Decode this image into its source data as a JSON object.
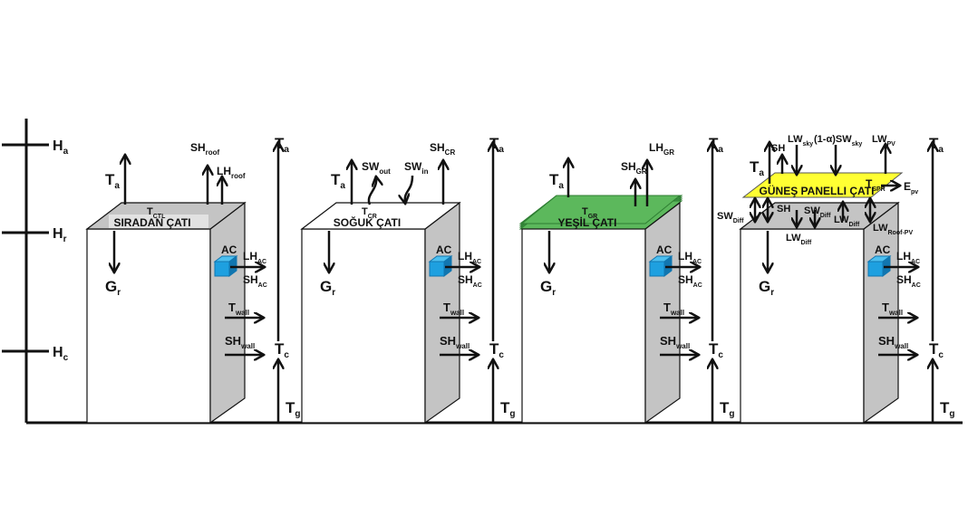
{
  "colors": {
    "line": "#111111",
    "wall_side": "#c4c4c4",
    "roof_gray": "#c4c4c4",
    "cool_roof": "#ffffff",
    "green_roof": "#5cb85c",
    "green_roof_edge": "#2e7d32",
    "solar_panel": "#ffff33",
    "ac_box": "#1ea0e0",
    "ac_box_dark": "#1176b0"
  },
  "axis": {
    "heights": [
      {
        "base": "H",
        "sub": "a"
      },
      {
        "base": "H",
        "sub": "r"
      },
      {
        "base": "H",
        "sub": "c"
      }
    ]
  },
  "panels": [
    {
      "roof_name": "SIRADAN ÇATI",
      "roof_temp": {
        "base": "T",
        "sub": "CTL"
      },
      "top_fluxes": [
        {
          "base": "T",
          "sub": "a"
        },
        {
          "base": "SH",
          "sub": "roof"
        },
        {
          "base": "LH",
          "sub": "roof"
        }
      ],
      "ground_flux": {
        "base": "G",
        "sub": "r"
      },
      "ac": {
        "label": "AC",
        "lh": {
          "base": "LH",
          "sub": "AC"
        },
        "sh": {
          "base": "SH",
          "sub": "AC"
        }
      },
      "wall": {
        "t": {
          "base": "T",
          "sub": "wall"
        },
        "sh": {
          "base": "SH",
          "sub": "wall"
        }
      },
      "column": {
        "top": {
          "base": "T",
          "sub": "a"
        },
        "mid": {
          "base": "T",
          "sub": "c"
        },
        "bottom": {
          "base": "T",
          "sub": "g"
        }
      }
    },
    {
      "roof_name": "SOĞUK ÇATI",
      "roof_temp": {
        "base": "T",
        "sub": "CR"
      },
      "top_fluxes": [
        {
          "base": "T",
          "sub": "a"
        },
        {
          "base": "SW",
          "sub": "out"
        },
        {
          "base": "SW",
          "sub": "in"
        },
        {
          "base": "SH",
          "sub": "CR"
        }
      ],
      "ground_flux": {
        "base": "G",
        "sub": "r"
      },
      "ac": {
        "label": "AC",
        "lh": {
          "base": "LH",
          "sub": "AC"
        },
        "sh": {
          "base": "SH",
          "sub": "AC"
        }
      },
      "wall": {
        "t": {
          "base": "T",
          "sub": "wall"
        },
        "sh": {
          "base": "SH",
          "sub": "wall"
        }
      },
      "column": {
        "top": {
          "base": "T",
          "sub": "a"
        },
        "mid": {
          "base": "T",
          "sub": "c"
        },
        "bottom": {
          "base": "T",
          "sub": "g"
        }
      }
    },
    {
      "roof_name": "YEŞİL ÇATI",
      "roof_temp": {
        "base": "T",
        "sub": "GR"
      },
      "top_fluxes": [
        {
          "base": "T",
          "sub": "a"
        },
        {
          "base": "SH",
          "sub": "GR"
        },
        {
          "base": "LH",
          "sub": "GR"
        }
      ],
      "ground_flux": {
        "base": "G",
        "sub": "r"
      },
      "ac": {
        "label": "AC",
        "lh": {
          "base": "LH",
          "sub": "AC"
        },
        "sh": {
          "base": "SH",
          "sub": "AC"
        }
      },
      "wall": {
        "t": {
          "base": "T",
          "sub": "wall"
        },
        "sh": {
          "base": "SH",
          "sub": "wall"
        }
      },
      "column": {
        "top": {
          "base": "T",
          "sub": "a"
        },
        "mid": {
          "base": "T",
          "sub": "c"
        },
        "bottom": {
          "base": "T",
          "sub": "g"
        }
      }
    },
    {
      "roof_name": "GÜNEŞ PANELLI ÇATI",
      "roof_temp": {
        "base": "T",
        "sub": "SPR"
      },
      "top_fluxes": [
        {
          "base": "T",
          "sub": "a"
        },
        {
          "base": "SH",
          "sub": ""
        },
        {
          "base": "LW",
          "sub": "sky"
        },
        {
          "base": "(1-α)SW",
          "sub": "sky"
        },
        {
          "base": "LW",
          "sub": "PV"
        }
      ],
      "panel_output": {
        "base": "E",
        "sub": "pv"
      },
      "under_panel_fluxes": [
        {
          "base": "SW",
          "sub": "Diff"
        },
        {
          "base": "SH",
          "sub": ""
        },
        {
          "base": "SW",
          "sub": "Diff"
        },
        {
          "base": "LW",
          "sub": "Diff"
        },
        {
          "base": "LW",
          "sub": "Diff"
        },
        {
          "base": "LW",
          "sub": "Roof-PV"
        }
      ],
      "ground_flux": {
        "base": "G",
        "sub": "r"
      },
      "ac": {
        "label": "AC",
        "lh": {
          "base": "LH",
          "sub": "AC"
        },
        "sh": {
          "base": "SH",
          "sub": "AC"
        }
      },
      "wall": {
        "t": {
          "base": "T",
          "sub": "wall"
        },
        "sh": {
          "base": "SH",
          "sub": "wall"
        }
      },
      "column": {
        "top": {
          "base": "T",
          "sub": "a"
        },
        "mid": {
          "base": "T",
          "sub": "c"
        },
        "bottom": {
          "base": "T",
          "sub": "g"
        }
      },
      "left_column_bottom": {
        "base": "T",
        "sub": "g"
      }
    }
  ]
}
